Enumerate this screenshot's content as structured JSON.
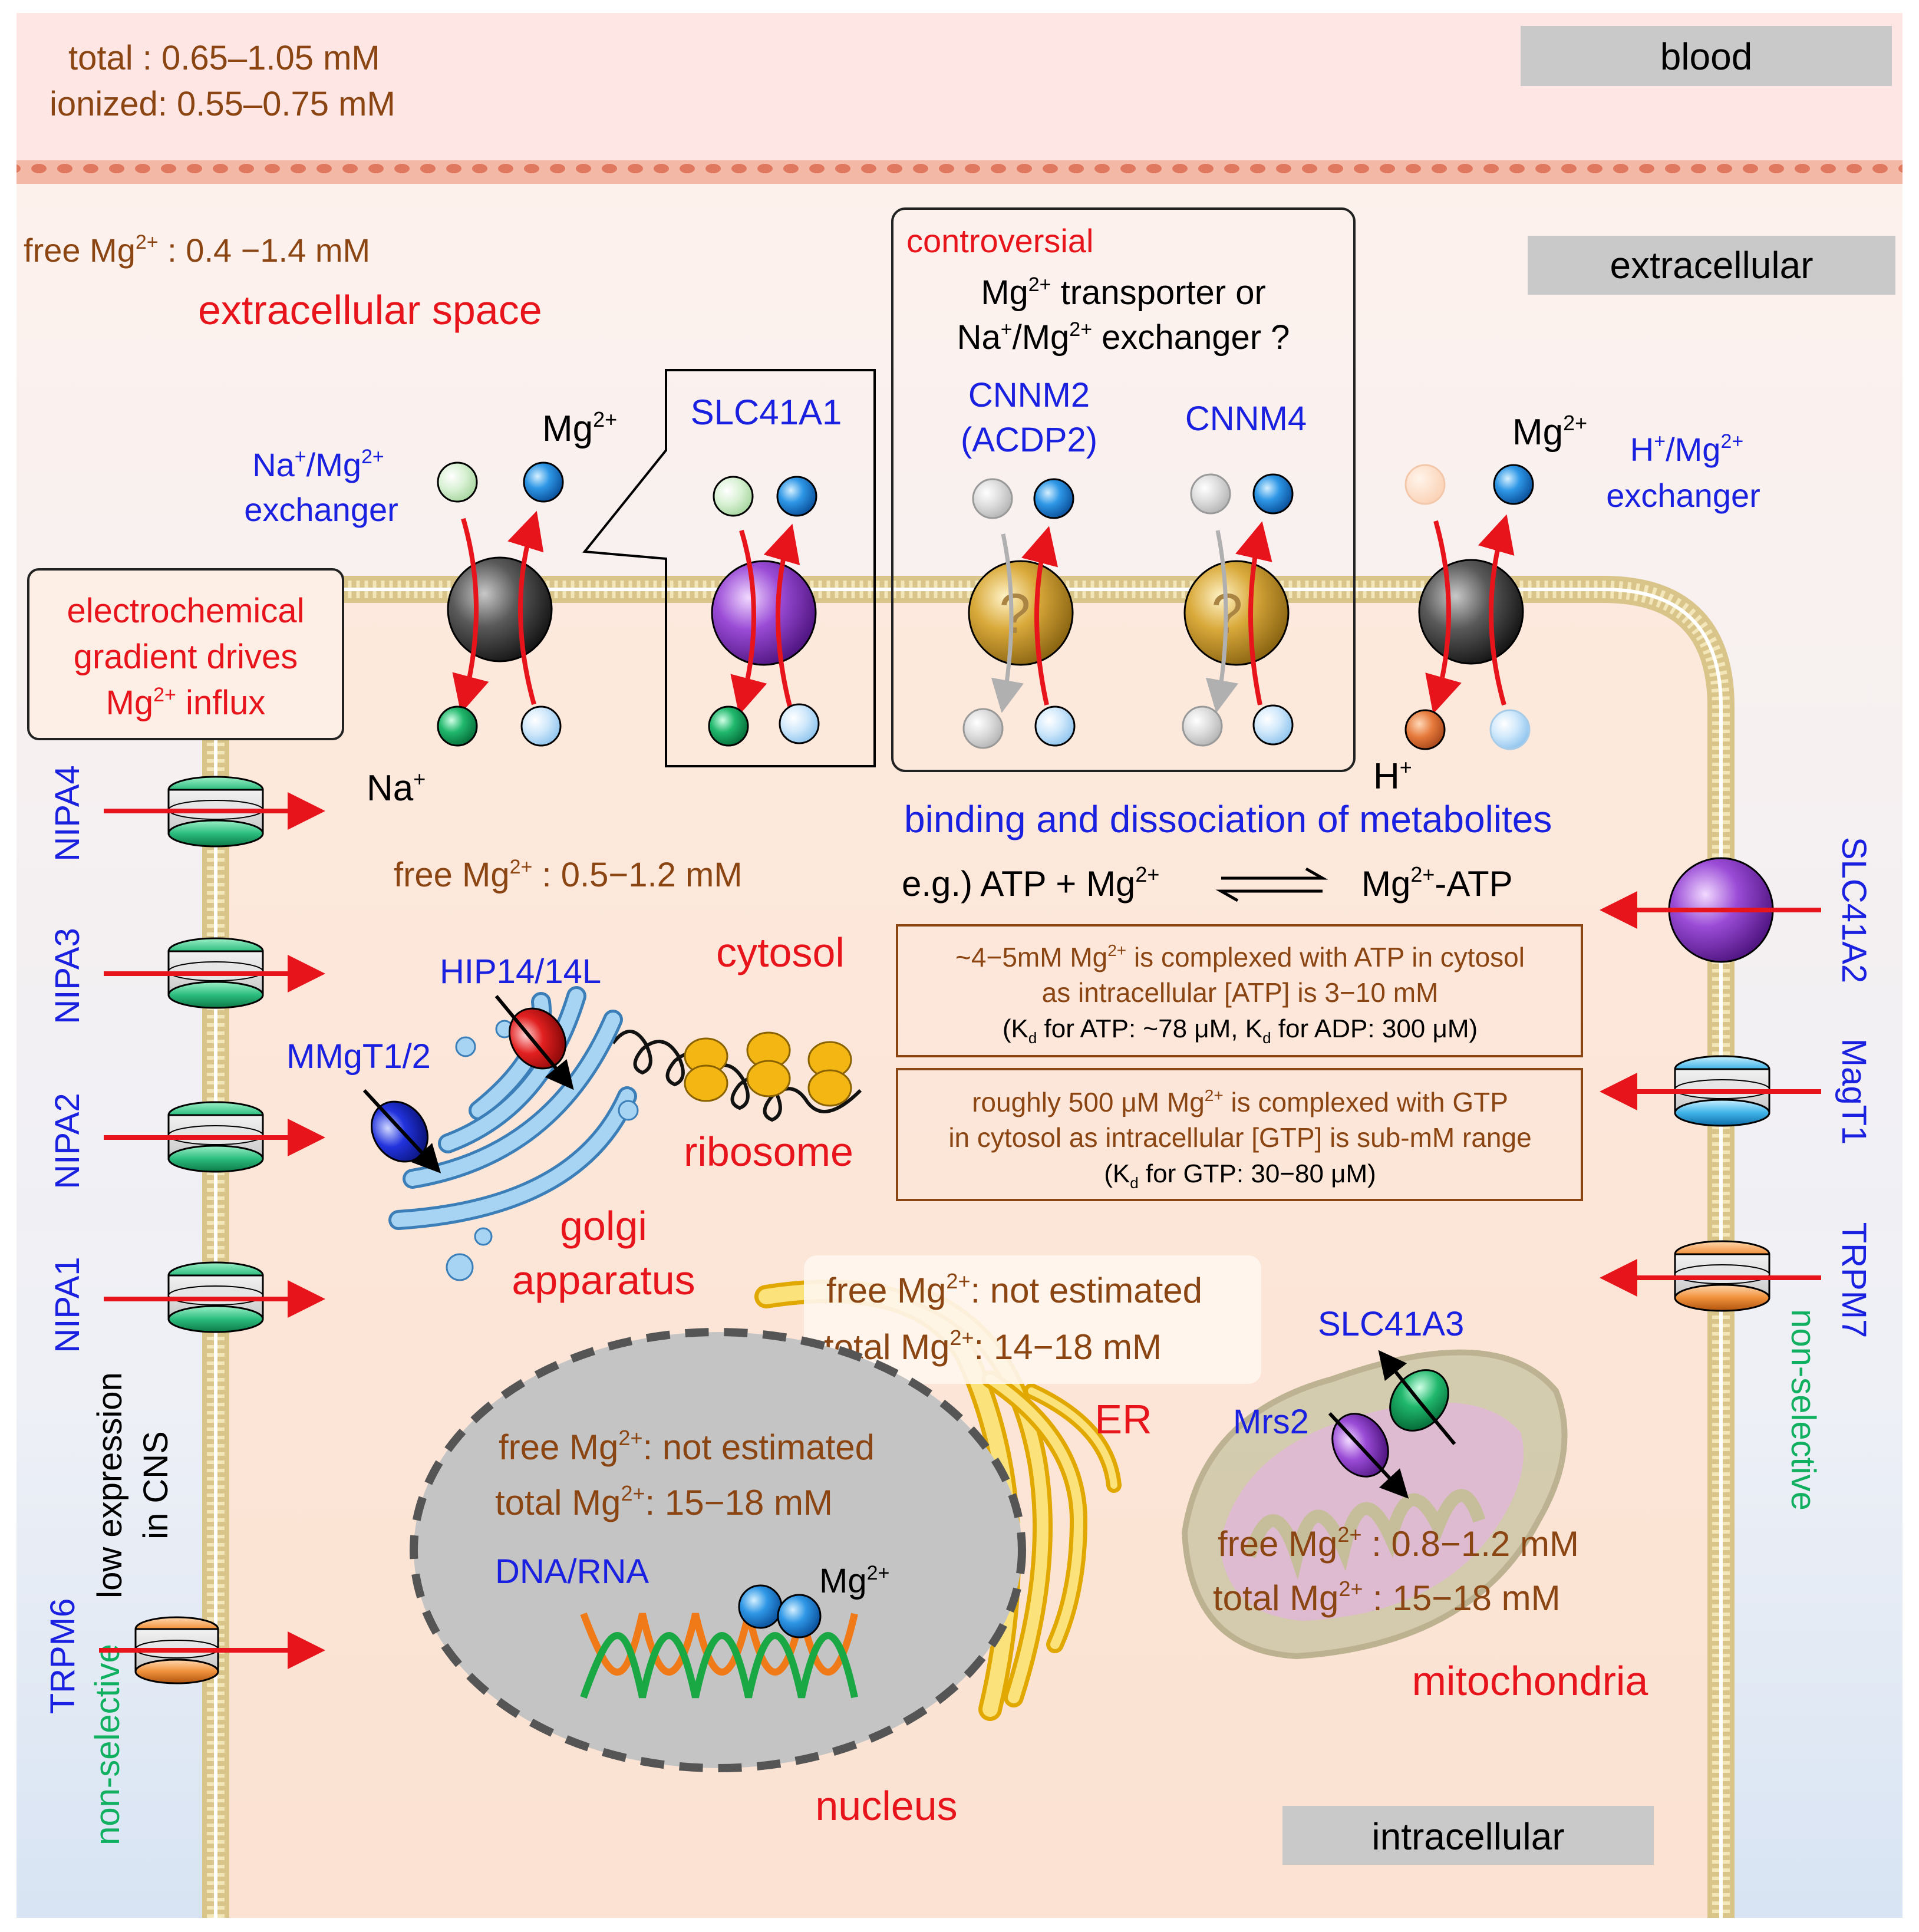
{
  "regions": {
    "blood": {
      "tag": "blood",
      "total": "total : 0.65–1.05 mM",
      "ionized": "ionized: 0.55–0.75 mM"
    },
    "extracellular": {
      "tag": "extracellular",
      "free_pre": "free Mg",
      "free_post": " : 0.4 −1.4 mM",
      "space_label": "extracellular space"
    },
    "intracellular": {
      "tag": "intracellular"
    }
  },
  "ions": {
    "mg": "Mg",
    "mg_charge": "2+",
    "na": "Na",
    "h": "H",
    "plus": "+"
  },
  "legend_box": {
    "line1": "electrochemical",
    "line2": "gradient drives",
    "line3_pre": "Mg",
    "line3_post": " influx"
  },
  "transporters": {
    "na_mg_exchanger": {
      "line1_pre": "Na",
      "line1_mid": "/Mg",
      "line2": "exchanger"
    },
    "h_mg_exchanger": {
      "line1_pre": "H",
      "line1_mid": "/Mg",
      "line2": "exchanger"
    },
    "slc41a1": "SLC41A1",
    "cnnm2_line1": "CNNM2",
    "cnnm2_line2": "(ACDP2)",
    "cnnm4": "CNNM4",
    "question_mark": "?"
  },
  "controversial": {
    "title": "controversial",
    "q1_pre": "Mg",
    "q1_post": " transporter or",
    "q2_pre": "Na",
    "q2_mid": "/Mg",
    "q2_post": " exchanger ?"
  },
  "channels_left": {
    "nipa4": "NIPA4",
    "nipa3": "NIPA3",
    "nipa2": "NIPA2",
    "nipa1": "NIPA1",
    "trpm6": "TRPM6",
    "non_selective": "non-selective",
    "low_expr_1": "low expression",
    "low_expr_2": "in CNS"
  },
  "channels_right": {
    "slc41a2": "SLC41A2",
    "magt1": "MagT1",
    "trpm7": "TRPM7",
    "non_selective": "non-selective"
  },
  "cytosol": {
    "free_pre": "free Mg",
    "free_post": "  : 0.5−1.2 mM",
    "label": "cytosol",
    "ribosome": "ribosome",
    "golgi_1": "golgi",
    "golgi_2": "apparatus",
    "hip14": "HIP14/14L",
    "mmgt": "MMgT1/2"
  },
  "metabolites": {
    "title": "binding and dissociation of metabolites",
    "eq_left": "e.g.)  ATP + Mg",
    "eq_right_pre": "Mg",
    "eq_right_post": "-ATP",
    "atp_l1_pre": "~4−5mM Mg",
    "atp_l1_post": " is complexed with ATP in cytosol",
    "atp_l2": "as intracellular [ATP] is 3−10 mM",
    "atp_l3_a": "(K",
    "atp_l3_sub": "d",
    "atp_l3_b": " for ATP: ~78 μM, K",
    "atp_l3_c": " for ADP: 300 μM)",
    "gtp_l1_pre": "roughly 500 μM Mg",
    "gtp_l1_post": " is complexed with GTP",
    "gtp_l2": "in cytosol as intracellular [GTP] is sub-mM range",
    "gtp_l3_a": "(K",
    "gtp_l3_b": " for GTP: 30−80 μM)"
  },
  "er": {
    "free_pre": "free Mg",
    "free_post": ": not estimated",
    "total_pre": "total Mg",
    "total_post": ": 14−18 mM",
    "label": "ER"
  },
  "nucleus": {
    "free_pre": "free Mg",
    "free_post": ": not estimated",
    "total_pre": "total Mg",
    "total_post": ": 15−18 mM",
    "dna": "DNA/RNA",
    "label": "nucleus"
  },
  "mitochondria": {
    "slc41a3": "SLC41A3",
    "mrs2": "Mrs2",
    "free_pre": "free Mg",
    "free_post": "  : 0.8−1.2 mM",
    "total_pre": "total Mg",
    "total_post": "  : 15−18 mM",
    "label": "mitochondria"
  },
  "colors": {
    "blood_bg": "#fde6e4",
    "red_label": "#e8141b",
    "blue_label": "#1a20e0",
    "brown_text": "#8b4512",
    "green_label": "#10b060",
    "ion_mg": "#1e7fd6",
    "ion_na": "#1aa866",
    "ion_h": "#e07030",
    "slc_purple": "#8a3cc4",
    "cnnm_gold": "#d8a838",
    "channel_green": "#2bbd7e",
    "channel_orange": "#f0903a",
    "channel_blue": "#3fb3e8"
  }
}
